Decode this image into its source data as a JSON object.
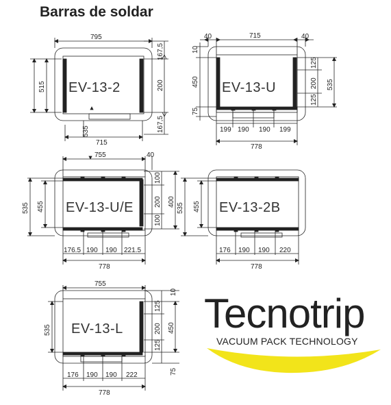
{
  "title": "Barras de soldar",
  "brand": {
    "name": "Tecnotrip",
    "tagline": "VACUUM PACK TECHNOLOGY",
    "swoosh_color": "#f2e41a"
  },
  "models": {
    "ev13_2": {
      "label": "EV-13-2",
      "top": "795",
      "left": "515",
      "r1": "167,5",
      "r2": "200",
      "r3": "167,5",
      "b_vert": "535",
      "bottom": "715"
    },
    "ev13_u": {
      "label": "EV-13-U",
      "t1": "40",
      "t2": "715",
      "t3": "40",
      "l1": "10",
      "l2": "450",
      "l3": "75",
      "r1": "125",
      "r2": "200",
      "r3": "125",
      "right": "535",
      "b1": "199",
      "b2": "190",
      "b3": "190",
      "b4": "199",
      "bottom": "778"
    },
    "ev13_ue": {
      "label": "EV-13-U/E",
      "top": "755",
      "t2": "40",
      "l1": "535",
      "l2": "455",
      "r1": "100",
      "r2": "200",
      "r3": "100",
      "r4": "400",
      "b1": "176.5",
      "b2": "190",
      "b3": "190",
      "b4": "221.5",
      "bottom": "778"
    },
    "ev13_2b": {
      "label": "EV-13-2B",
      "l1": "535",
      "l2": "455",
      "b1": "176",
      "b2": "190",
      "b3": "190",
      "b4": "220",
      "bottom": "778"
    },
    "ev13_l": {
      "label": "EV-13-L",
      "top": "755",
      "left": "535",
      "r1": "10",
      "r2": "125",
      "r3": "200",
      "r4": "125",
      "r5": "450",
      "r6": "75",
      "b1": "176",
      "b2": "190",
      "b3": "190",
      "b4": "222",
      "bottom": "778"
    }
  }
}
